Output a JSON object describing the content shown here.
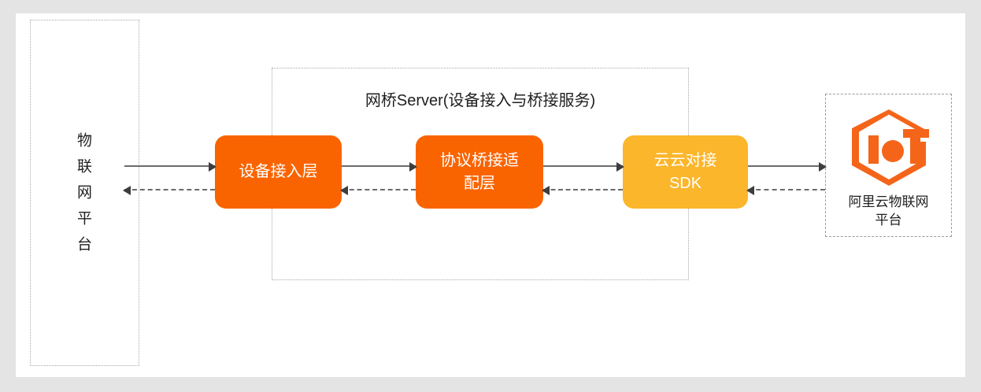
{
  "canvas": {
    "background": "#e4e4e4",
    "surface": "#ffffff"
  },
  "colors": {
    "node_orange": "#fa6400",
    "node_amber": "#fbb62b",
    "logo_orange": "#f4651a",
    "connector": "#6b6b6b",
    "dashed_border": "#a8a8a8",
    "text_dark": "#1f1f1f"
  },
  "left_platform": {
    "name": "iot-platform",
    "label": "物\n联\n网\n平\n台",
    "border_style": "dotted"
  },
  "bridge_server": {
    "name": "bridge-server",
    "title": "网桥Server(设备接入与桥接服务)",
    "border_style": "dotted",
    "nodes": [
      {
        "id": "device-access-layer",
        "label": "设备接入层",
        "color": "#fa6400"
      },
      {
        "id": "protocol-bridge-adapter-layer",
        "label": "协议桥接适\n配层",
        "color": "#fa6400"
      },
      {
        "id": "cloud-to-cloud-sdk",
        "label": "云云对接\nSDK",
        "color": "#fbb62b"
      }
    ]
  },
  "alicloud_platform": {
    "name": "alicloud-iot-platform",
    "label": "阿里云物联网\n平台",
    "logo": "iot-hexagon-logo",
    "logo_color": "#f4651a",
    "border_style": "dashed"
  },
  "connectors": [
    {
      "id": "conn-1-uplink",
      "from": "iot-platform",
      "to": "device-access-layer",
      "style": "solid",
      "direction": "right"
    },
    {
      "id": "conn-1-downlink",
      "from": "device-access-layer",
      "to": "iot-platform",
      "style": "dashed",
      "direction": "left"
    },
    {
      "id": "conn-2-uplink",
      "from": "device-access-layer",
      "to": "protocol-bridge-adapter-layer",
      "style": "solid",
      "direction": "right"
    },
    {
      "id": "conn-2-downlink",
      "from": "protocol-bridge-adapter-layer",
      "to": "device-access-layer",
      "style": "dashed",
      "direction": "left"
    },
    {
      "id": "conn-3-uplink",
      "from": "protocol-bridge-adapter-layer",
      "to": "cloud-to-cloud-sdk",
      "style": "solid",
      "direction": "right"
    },
    {
      "id": "conn-3-downlink",
      "from": "cloud-to-cloud-sdk",
      "to": "protocol-bridge-adapter-layer",
      "style": "dashed",
      "direction": "left"
    },
    {
      "id": "conn-4-uplink",
      "from": "cloud-to-cloud-sdk",
      "to": "alicloud-iot-platform",
      "style": "solid",
      "direction": "right"
    },
    {
      "id": "conn-4-downlink",
      "from": "alicloud-iot-platform",
      "to": "cloud-to-cloud-sdk",
      "style": "dashed",
      "direction": "left"
    }
  ]
}
